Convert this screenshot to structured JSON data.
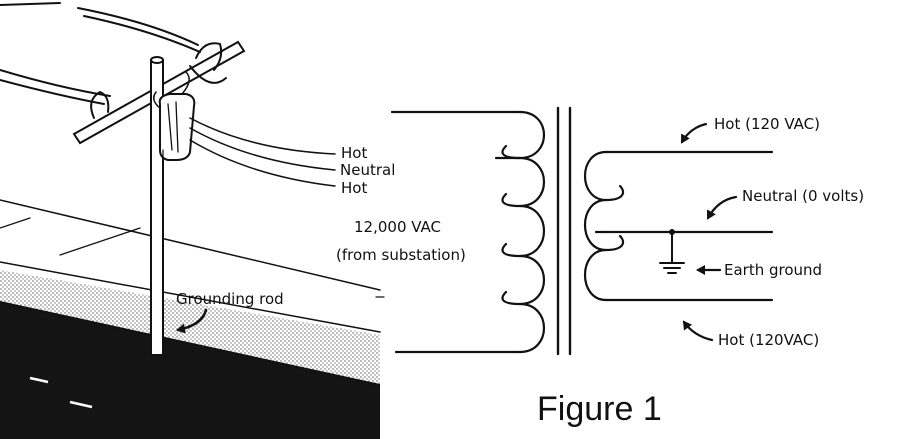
{
  "pole_labels": {
    "wire_1": "Hot",
    "wire_2": "Neutral",
    "wire_3": "Hot",
    "grounding_rod": "Grounding rod"
  },
  "transformer": {
    "primary_voltage": "12,000 VAC",
    "primary_source": "(from substation)",
    "top_hot": "Hot (120 VAC)",
    "neutral": "Neutral (0 volts)",
    "earth_ground": "Earth ground",
    "bottom_hot": "Hot (120VAC)"
  },
  "figure_caption": "Figure 1"
}
